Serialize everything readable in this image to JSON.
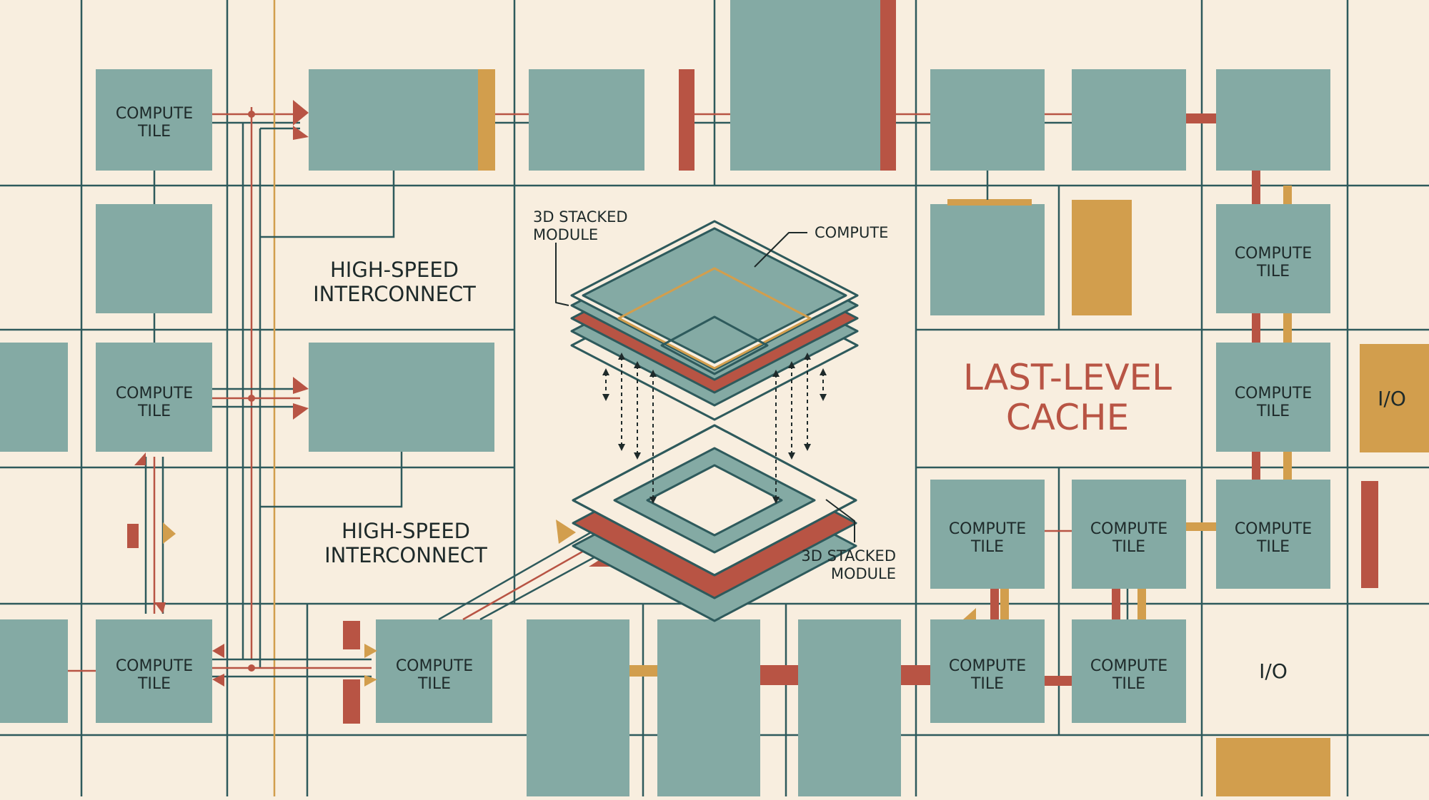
{
  "colors": {
    "background": "#f8eedf",
    "tile": "#84aaa4",
    "line": "#2e5a5c",
    "red": "#b85444",
    "gold": "#d29e4d",
    "text": "#1e2a2a"
  },
  "labels": {
    "compute_tile_l1": "COMPUTE",
    "compute_tile_l2": "TILE",
    "interconnect_l1": "HIGH-SPEED",
    "interconnect_l2": "INTERCONNECT",
    "stacked_l1": "3D STACKED",
    "stacked_l2": "MODULE",
    "compute": "COMPUTE",
    "cache_l1": "LAST-LEVEL",
    "cache_l2": "CACHE",
    "io": "I/O"
  }
}
